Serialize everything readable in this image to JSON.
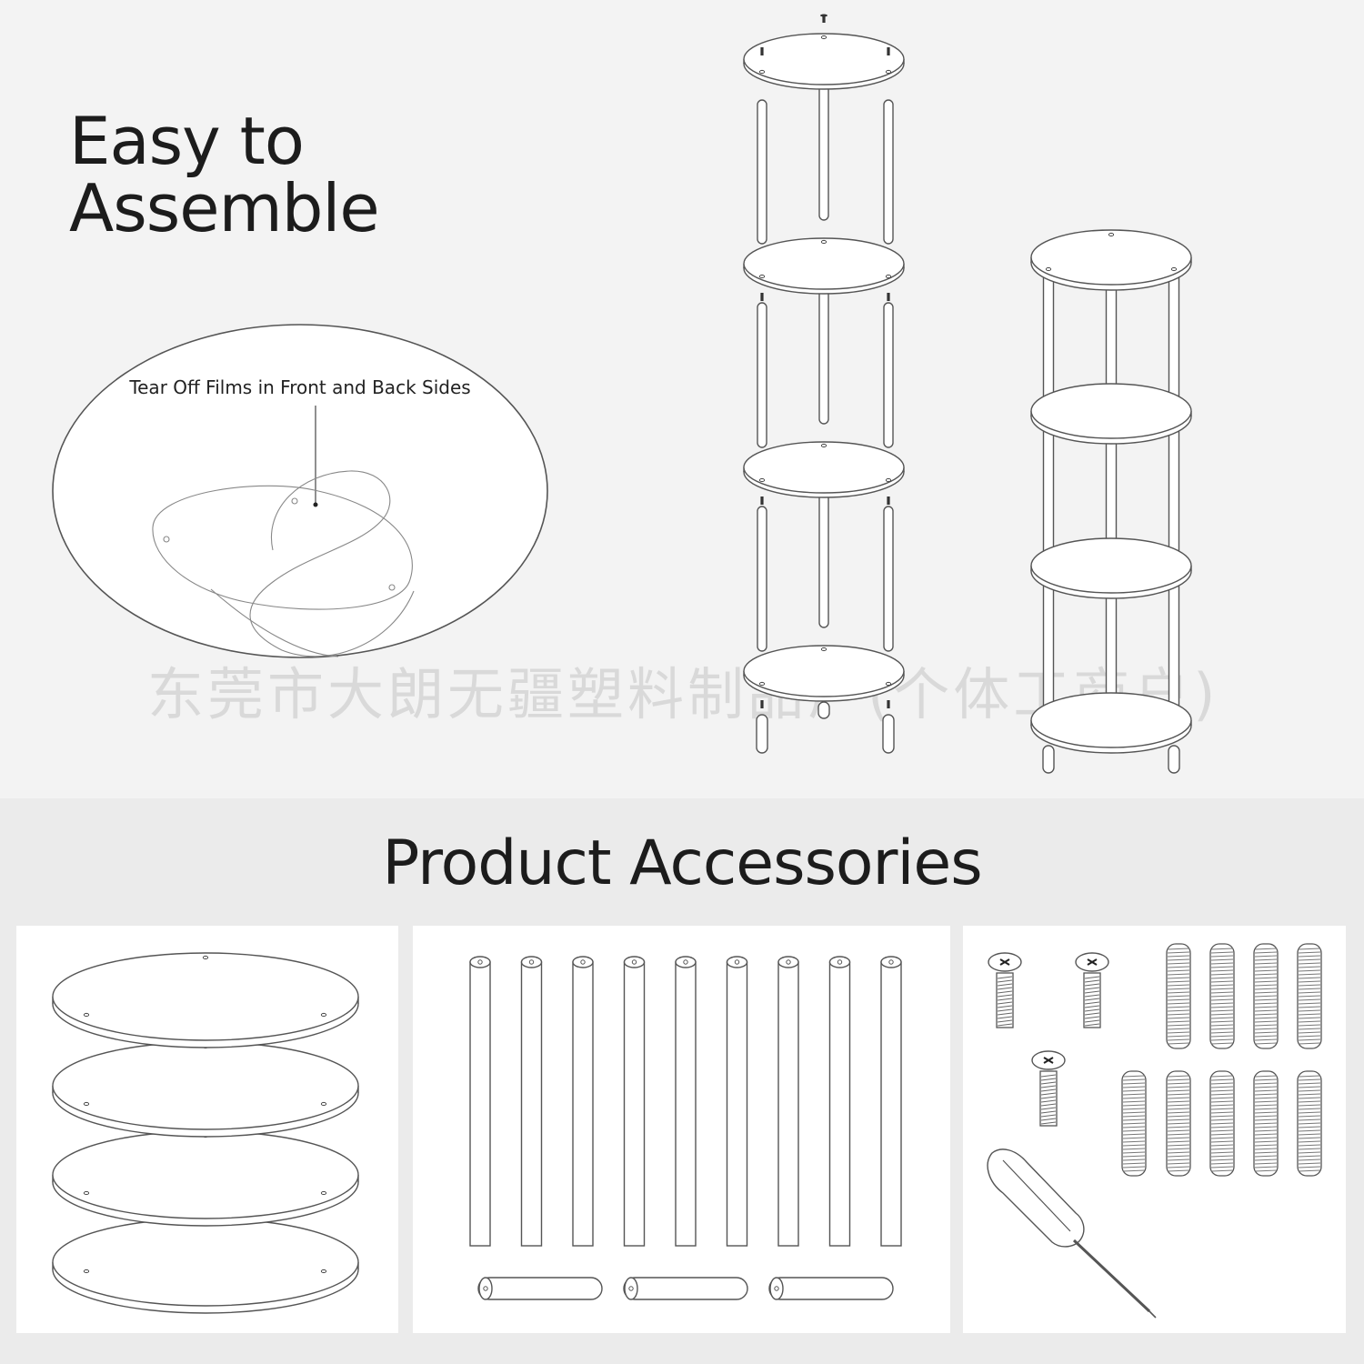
{
  "headline": {
    "line1": "Easy to",
    "line2": "Assemble"
  },
  "callout": {
    "label": "Tear Off Films in Front and Back Sides"
  },
  "watermark": "东莞市大朗无疆塑料制品厂(个体工商户)",
  "section_title": "Product Accessories",
  "accessories": {
    "panel_shelves": {
      "icon": "shelf-discs-icon"
    },
    "panel_rods": {
      "icon": "support-rods-icon"
    },
    "panel_hardware": {
      "icon": "screws-and-screwdriver-icon"
    }
  },
  "colors": {
    "top_bg": "#f3f3f3",
    "bottom_bg": "#ebebeb",
    "panel_bg": "#ffffff",
    "line": "#555555",
    "text": "#1c1c1c"
  }
}
